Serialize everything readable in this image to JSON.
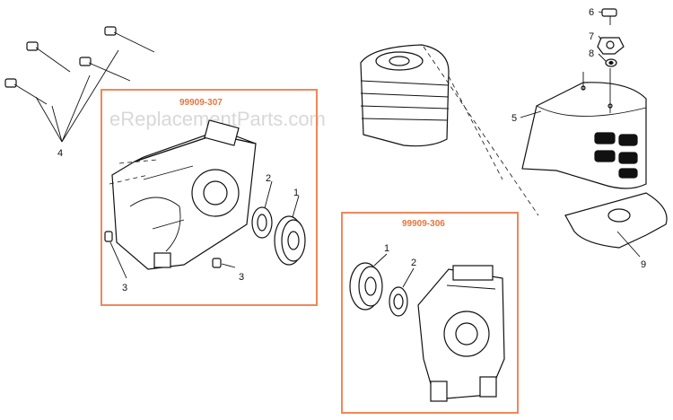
{
  "watermark": "eReplacementParts.com",
  "kits": [
    {
      "label": "99909-307"
    },
    {
      "label": "99909-306"
    }
  ],
  "callouts": {
    "bolts": "4",
    "bearing_large_left": "1",
    "seal_left": "2",
    "pin_left_a": "3",
    "pin_left_b": "3",
    "bearing_large_right": "1",
    "seal_right": "2",
    "shroud": "5",
    "screw": "6",
    "nut": "7",
    "washer": "8",
    "plate": "9"
  },
  "colors": {
    "kit_frame": "#f0875a",
    "kit_label": "#e8743b",
    "line_art": "#111111"
  }
}
